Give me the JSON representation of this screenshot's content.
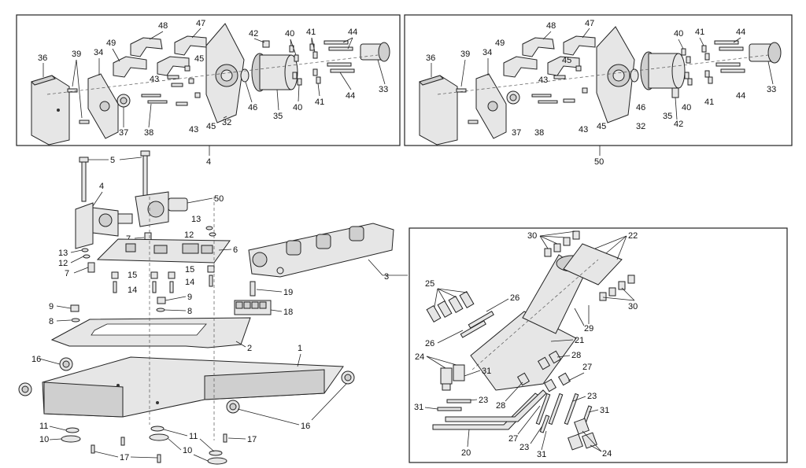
{
  "callouts": {
    "n1": "1",
    "n2": "2",
    "n3": "3",
    "n4": "4",
    "n5": "5",
    "n6": "6",
    "n7": "7",
    "n8": "8",
    "n9": "9",
    "n10": "10",
    "n11": "11",
    "n12": "12",
    "n13": "13",
    "n14": "14",
    "n15": "15",
    "n16": "16",
    "n17": "17",
    "n18": "18",
    "n19": "19",
    "n20": "20",
    "n21": "21",
    "n22": "22",
    "n23": "23",
    "n24": "24",
    "n25": "25",
    "n26": "26",
    "n27": "27",
    "n28": "28",
    "n29": "29",
    "n30": "30",
    "n31": "31",
    "n32": "32",
    "n33": "33",
    "n34": "34",
    "n35": "35",
    "n36": "36",
    "n37": "37",
    "n38": "38",
    "n39": "39",
    "n40": "40",
    "n41": "41",
    "n42": "42",
    "n43": "43",
    "n44": "44",
    "n45": "45",
    "n46": "46",
    "n47": "47",
    "n48": "48",
    "n49": "49",
    "n50": "50"
  }
}
